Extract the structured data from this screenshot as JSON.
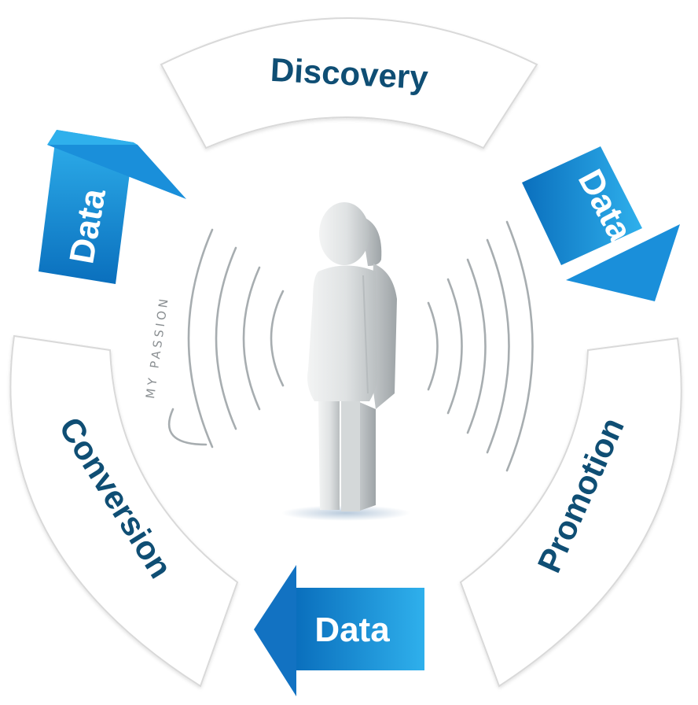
{
  "colors": {
    "segment_text": "#0f4e74",
    "arrow_light": "#2fb0ec",
    "arrow_dark": "#0a6fbd",
    "segment_border": "#d9d9d9",
    "wave": "#a7adb0"
  },
  "segments": [
    {
      "id": "discovery",
      "label": "Discovery"
    },
    {
      "id": "promotion",
      "label": "Promotion"
    },
    {
      "id": "conversion",
      "label": "Conversion"
    }
  ],
  "arrows": [
    {
      "id": "top-left",
      "label": "Data",
      "direction": "up"
    },
    {
      "id": "top-right",
      "label": "Data",
      "direction": "down"
    },
    {
      "id": "bottom",
      "label": "Data",
      "direction": "left"
    }
  ],
  "center": {
    "figure": "person-icon",
    "passion_label": "MY PASSION"
  }
}
